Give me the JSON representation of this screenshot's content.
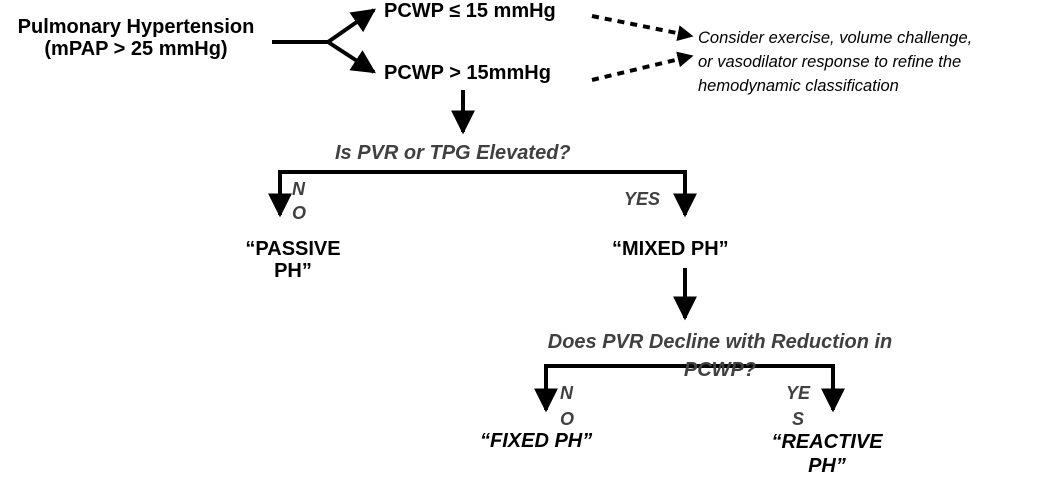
{
  "diagram": {
    "start": {
      "line1": "Pulmonary Hypertension",
      "line2": "(mPAP > 25 mmHg)"
    },
    "pcwp_low": "PCWP ≤ 15 mmHg",
    "pcwp_high": "PCWP > 15mmHg",
    "consider_note": {
      "line1": "Consider exercise, volume challenge,",
      "line2": "or vasodilator response to refine the",
      "line3": "hemodynamic classification"
    },
    "question1": "Is PVR or TPG Elevated?",
    "no1": {
      "part1": "N",
      "part2": "O"
    },
    "yes1": "YES",
    "passive": {
      "line1": "“PASSIVE",
      "line2": "PH”"
    },
    "mixed": "“MIXED PH”",
    "question2": {
      "line1": "Does PVR Decline with Reduction in",
      "line2": "PCWP?"
    },
    "no2": {
      "part1": "N",
      "part2": "O"
    },
    "yes2": {
      "part1": "YE",
      "part2": "S"
    },
    "fixed": "“FIXED PH”",
    "reactive": {
      "line1": "“REACTIVE",
      "line2": "PH”"
    }
  },
  "colors": {
    "primary_text": "#000000",
    "question_text": "#404040",
    "lines": "#000000"
  }
}
